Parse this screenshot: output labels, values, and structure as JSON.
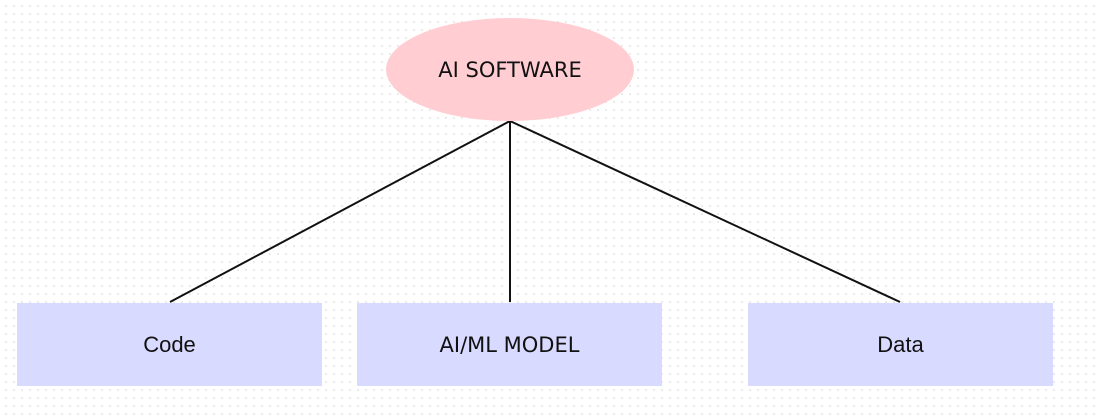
{
  "diagram": {
    "root": {
      "label": "AI SOFTWARE",
      "fill": "#ffcdd2"
    },
    "children": [
      {
        "label": "Code",
        "fill": "#d9daff"
      },
      {
        "label": "AI/ML MODEL",
        "fill": "#d9daff"
      },
      {
        "label": "Data",
        "fill": "#d9daff"
      }
    ],
    "edge_color": "#111111"
  }
}
